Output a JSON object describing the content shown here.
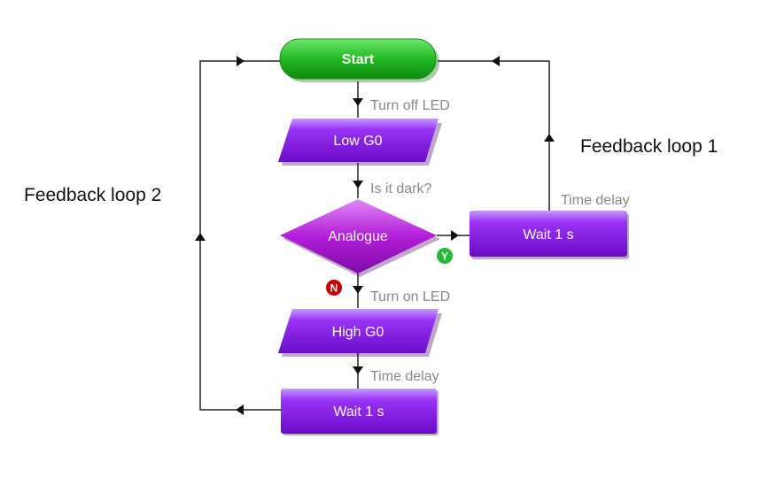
{
  "nodes": {
    "start": "Start",
    "low_g0": "Low G0",
    "analogue": "Analogue",
    "wait_right": "Wait 1 s",
    "high_g0": "High G0",
    "wait_bottom": "Wait 1 s"
  },
  "edges": {
    "turn_off_led": "Turn off LED",
    "is_it_dark": "Is it dark?",
    "turn_on_led": "Turn on LED",
    "time_delay_1": "Time delay",
    "time_delay_2": "Time delay"
  },
  "badges": {
    "yes": "Y",
    "no": "N",
    "yes_color": "#22bb33",
    "no_color": "#c00000"
  },
  "labels": {
    "feedback_loop_1": "Feedback loop 1",
    "feedback_loop_2": "Feedback loop 2"
  },
  "colors": {
    "start_green": "#2ec22e",
    "node_purple": "#8a14e6",
    "decision_magenta": "#b01ad6"
  }
}
